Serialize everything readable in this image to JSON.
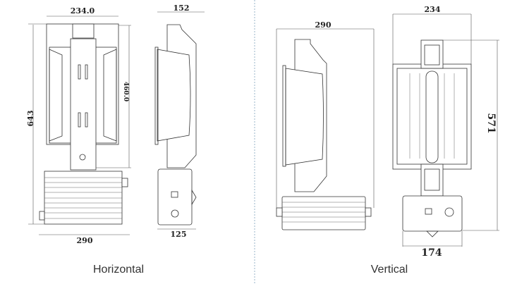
{
  "horizontal": {
    "caption": "Horizontal",
    "dimensions": {
      "width_reflector": "234.0",
      "height_total": "643",
      "height_reflector": "460.0",
      "width_ballast": "290",
      "depth_side": "152",
      "depth_ballast": "125"
    }
  },
  "vertical": {
    "caption": "Vertical",
    "dimensions": {
      "depth_total": "290",
      "width_reflector": "234",
      "height_total": "571",
      "width_ballast": "174"
    }
  },
  "colors": {
    "line": "#333333",
    "divider": "#9ab4c8"
  }
}
